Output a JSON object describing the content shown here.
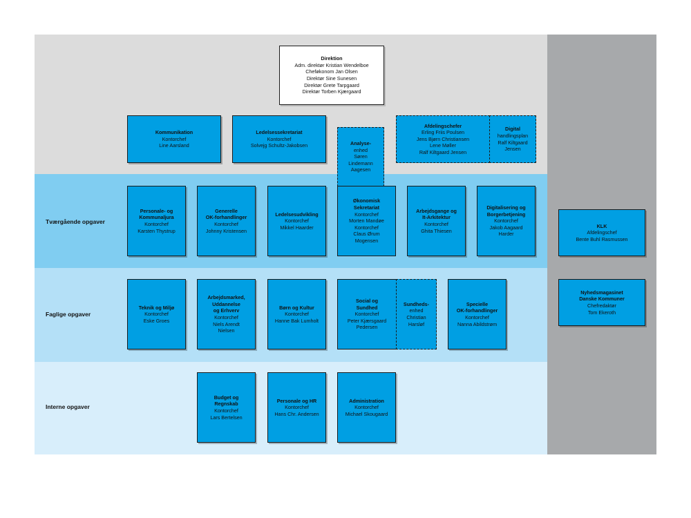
{
  "rows": {
    "tvaer": "Tværgående opgaver",
    "faglige": "Faglige opgaver",
    "interne": "Interne opgaver"
  },
  "boxes": {
    "direktion": {
      "title": "Direktion",
      "lines": [
        "Adm. direktør Kristian Wendelboe",
        "Cheføkonom Jan Olsen",
        "Direktør Sine Sunesen",
        "Direktør Grete Tarpgaard",
        "Direktør Torben Kjærgaard"
      ]
    },
    "kommunikation": {
      "title": "Kommunikation",
      "lines": [
        "Kontorchef",
        "Line Aarsland"
      ]
    },
    "ledelsessekretariat": {
      "title": "Ledelsessekretariat",
      "lines": [
        "Kontorchef",
        "Solvejg Schultz-Jakobsen"
      ]
    },
    "analyse": {
      "title": "Analyse-",
      "lines": [
        "enhed",
        "Søren",
        "Lindemann",
        "Aagesen"
      ]
    },
    "afdelingschefer": {
      "title": "Afdelingschefer",
      "lines": [
        "Erling Friis Poulsen",
        "Jens Bjørn Christiansen",
        "Lene Møller",
        "Ralf Kiltgaard Jensen"
      ]
    },
    "digital": {
      "title": "Digital",
      "lines": [
        "handlingsplan",
        "Ralf Kiltgaard",
        "Jensen"
      ]
    },
    "personale": {
      "title": "Personale- og",
      "title2": "Kommunaljura",
      "lines": [
        "Kontorchef",
        "Karsten Thystrup"
      ]
    },
    "generelle": {
      "title": "Generelle",
      "title2": "OK-forhandlinger",
      "lines": [
        "Kontorchef",
        "Johnny Kristensen"
      ]
    },
    "ledelsesudvikling": {
      "title": "Ledelsesudvikling",
      "lines": [
        "Kontorchef",
        "Mikkel Haarder"
      ]
    },
    "okonomisk": {
      "title": "Økonomisk",
      "title2": "Sekretariat",
      "lines": [
        "Kontorchef",
        "Morten Mandøe",
        "Kontorchef",
        "Claus Ørum",
        "Mogensen"
      ]
    },
    "arbejdsgange": {
      "title": "Arbejdsgange og",
      "title2": "It-Arkitektur",
      "lines": [
        "Kontorchef",
        "Ghita Thiesen"
      ]
    },
    "digitalisering": {
      "title": "Digitalisering og",
      "title2": "Borgerbetjening",
      "lines": [
        "Kontorchef",
        "Jakob Aagaard",
        "Harder"
      ]
    },
    "klk": {
      "title": "KLK",
      "lines": [
        "Afdelingschef",
        "Bente Buhl Rasmussen"
      ]
    },
    "teknik": {
      "title": "Teknik og Miljø",
      "lines": [
        "Kontorchef",
        "Eske Groes"
      ]
    },
    "arbejdsmarked": {
      "title": "Arbejdsmarked,",
      "title2": "Uddannelse",
      "title3": "og Erhverv",
      "lines": [
        "Kontorchef",
        "Niels Arendt",
        "Nielsen"
      ]
    },
    "born": {
      "title": "Børn og Kultur",
      "lines": [
        "Kontorchef",
        "Hanne Bak Lumholt"
      ]
    },
    "social": {
      "title": "Social og",
      "title2": "Sundhed",
      "lines": [
        "Kontorchef",
        "Peter Kjærsgaard",
        "Pedersen"
      ]
    },
    "sundheds": {
      "title": "Sundheds-",
      "lines": [
        "enhed",
        "Christian",
        "Harsløf"
      ]
    },
    "specielle": {
      "title": "Specielle",
      "title2": "OK-forhandlinger",
      "lines": [
        "Kontorchef",
        "Nanna Abildstrøm"
      ]
    },
    "nyheds": {
      "title": "Nyhedsmagasinet",
      "title2": "Danske Kommuner",
      "lines": [
        "Chefredaktør",
        "Tom Ekeroth"
      ]
    },
    "budget": {
      "title": "Budget og",
      "title2": "Regnskab",
      "lines": [
        "Kontorchef",
        "Lars Bertelsen"
      ]
    },
    "personalehr": {
      "title": "Personale og HR",
      "lines": [
        "Kontorchef",
        "Hans Chr. Andersen"
      ]
    },
    "administration": {
      "title": "Administration",
      "lines": [
        "Kontorchef",
        "Michael Skougaard"
      ]
    }
  },
  "colors": {
    "box_fill": "#009fe3",
    "band_top": "#dcdcdc",
    "band_tvaergaaende": "#80cdf1",
    "band_faglige": "#b4e0f7",
    "band_interne": "#d8eefb",
    "side_band": "#a7a9ab"
  }
}
